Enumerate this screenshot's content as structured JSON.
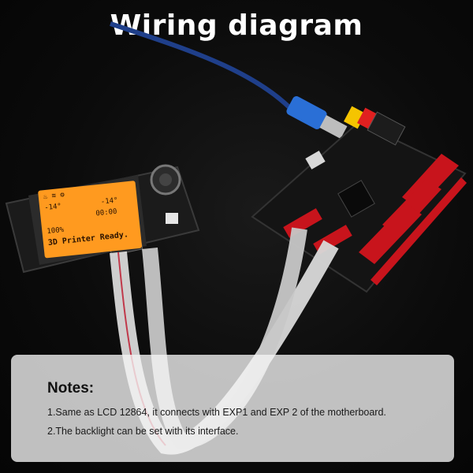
{
  "title": "Wiring diagram",
  "lcd_screen": {
    "temp_left": "-14°",
    "temp_right": "-14°",
    "time": "00:00",
    "fan": "100%",
    "status": "3D Printer Ready."
  },
  "notes": {
    "heading": "Notes:",
    "items": [
      "1.Same as LCD 12864, it connects with EXP1 and EXP 2 of the motherboard.",
      "2.The backlight can be set with its interface."
    ]
  },
  "colors": {
    "board_red": "#c8141c",
    "screen_orange": "#ff9a1f",
    "usb_blue": "#2a6fd6",
    "ribbon_grey": "#d9d9d9"
  }
}
